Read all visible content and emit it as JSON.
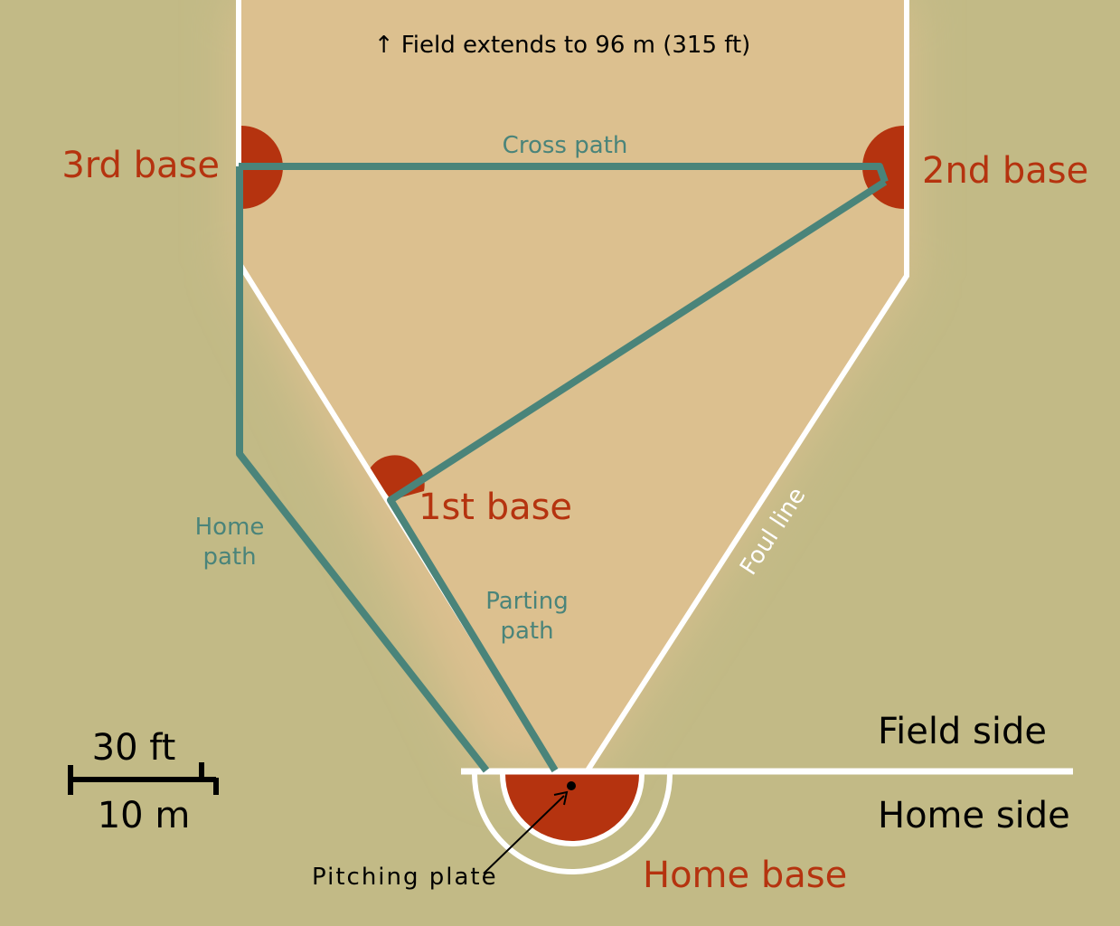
{
  "labels": {
    "top_note": "↑ Field extends to 96 m (315 ft)",
    "cross_path": "Cross path",
    "third_base": "3rd base",
    "second_base": "2nd base",
    "first_base": "1st base",
    "home_path_line1": "Home",
    "home_path_line2": "path",
    "parting_path_line1": "Parting",
    "parting_path_line2": "path",
    "foul_line": "Foul line",
    "field_side": "Field side",
    "home_side": "Home side",
    "home_base": "Home base",
    "pitching_plate": "Pitching plate",
    "scale_ft": "30 ft",
    "scale_m": "10 m"
  },
  "colors": {
    "background": "#c2ba86",
    "infield": "#dcc08f",
    "base": "#b5330f",
    "path": "#4a847a",
    "line": "#ffffff",
    "text": "#000000"
  }
}
